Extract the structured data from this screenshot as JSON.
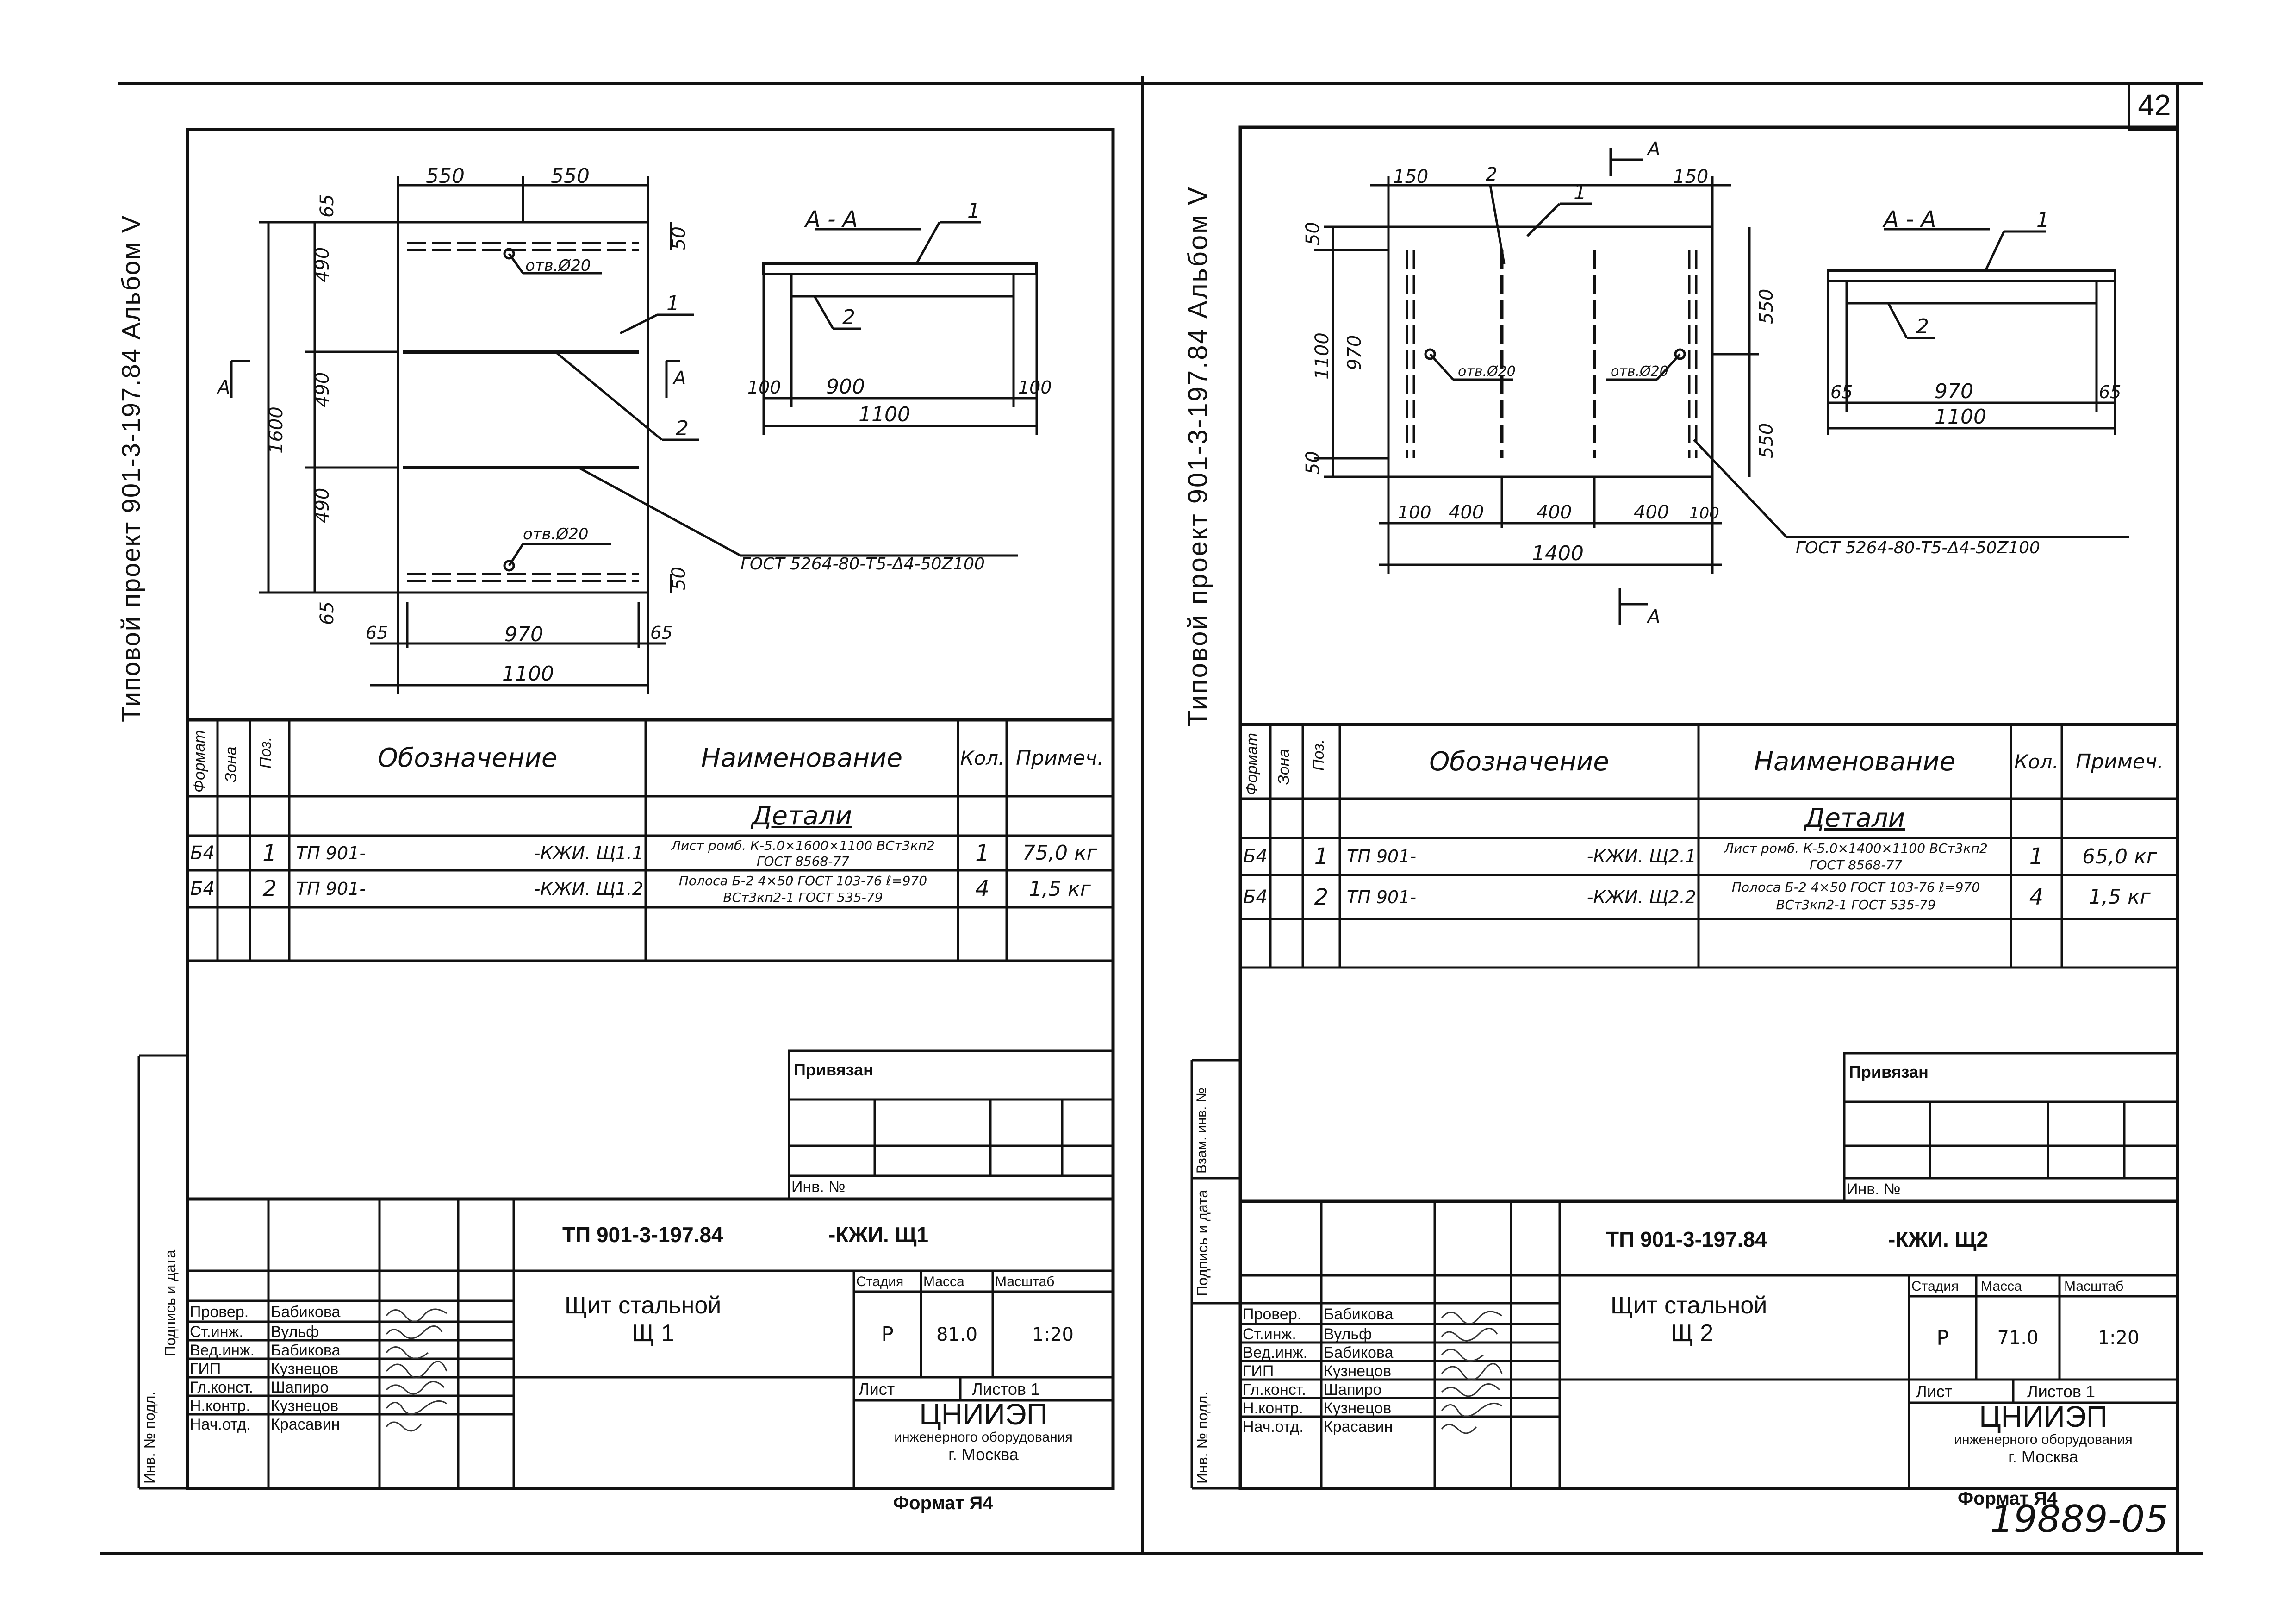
{
  "page_number": "42",
  "archive_number": "19889-05",
  "side_label_left": "Типовой проект 901-3-197.84 Альбом V",
  "side_label_right": "Типовой проект 901-3-197.84 Альбом V",
  "stamp_side_labels": [
    "Инв. № подл.",
    "Подпись и дата",
    "Взам. инв. №"
  ],
  "sheets": [
    {
      "section_title": "А - А",
      "dims": {
        "top": [
          "550",
          "550"
        ],
        "left": [
          "65",
          "490",
          "490",
          "490",
          "65"
        ],
        "overall": "1600",
        "right": [
          "50",
          "50"
        ],
        "bottom": [
          "65",
          "970",
          "65"
        ],
        "bottom_total": "1100",
        "section_dims": [
          "100",
          "900",
          "100"
        ],
        "section_total": "1100"
      },
      "holes": [
        "отв.Ø20",
        "отв.Ø20"
      ],
      "pos_markers": [
        "1",
        "2"
      ],
      "cut_marks": [
        "А",
        "А"
      ],
      "weld_note": "ГОСТ 5264-80-Т5-Δ4-50Z100",
      "table": {
        "headers": [
          "Формат",
          "Зона",
          "Поз.",
          "Обозначение",
          "Наименование",
          "Кол.",
          "Примеч."
        ],
        "section": "Детали",
        "rows": [
          {
            "format": "Б4",
            "pos": "1",
            "code_a": "ТП 901-",
            "code_b": "-КЖИ. Щ1.1",
            "name_1": "Лист ромб. К-5.0×1600×1100 ВСт3кп2",
            "name_2": "ГОСТ 8568-77",
            "qty": "1",
            "note": "75,0 кг"
          },
          {
            "format": "Б4",
            "pos": "2",
            "code_a": "ТП 901-",
            "code_b": "-КЖИ. Щ1.2",
            "name_1": "Полоса Б-2 4×50 ГОСТ 103-76 ℓ=970",
            "name_2": "ВСт3кп2-1 ГОСТ 535-79",
            "qty": "4",
            "note": "1,5 кг"
          }
        ]
      },
      "tb": {
        "privyazan": "Привязан",
        "inv_no": "Инв. №",
        "doc_code": "ТП 901-3-197.84",
        "doc_suffix": "-КЖИ. Щ1",
        "title_1": "Щит стальной",
        "title_2": "Щ 1",
        "stage_h": "Стадия",
        "mass_h": "Масса",
        "scale_h": "Масштаб",
        "stage": "Р",
        "mass": "81.0",
        "scale": "1:20",
        "sheet_l": "Лист",
        "sheets_l": "Листов 1",
        "org_1": "ЦНИИЭП",
        "org_2": "инженерного оборудования",
        "org_3": "г. Москва",
        "format": "Формат Я4",
        "people": [
          [
            "Провер.",
            "Бабикова"
          ],
          [
            "Ст.инж.",
            "Вульф"
          ],
          [
            "Вед.инж.",
            "Бабикова"
          ],
          [
            "ГИП",
            "Кузнецов"
          ],
          [
            "Гл.конст.",
            "Шапиро"
          ],
          [
            "Н.контр.",
            "Кузнецов"
          ],
          [
            "Нач.отд.",
            "Красавин"
          ]
        ]
      }
    },
    {
      "section_title": "А - А",
      "dims": {
        "top": [
          "150",
          "150"
        ],
        "left": [
          "50",
          "970",
          "50"
        ],
        "overall": "1100",
        "right": [
          "550",
          "550"
        ],
        "bottom": [
          "100",
          "400",
          "400",
          "400",
          "100"
        ],
        "bottom_total": "1400",
        "section_dims": [
          "65",
          "970",
          "65"
        ],
        "section_total": "1100"
      },
      "holes": [
        "отв.Ø20",
        "отв.Ø20"
      ],
      "pos_markers": [
        "1",
        "2"
      ],
      "cut_marks": [
        "А",
        "А"
      ],
      "weld_note": "ГОСТ 5264-80-Т5-Δ4-50Z100",
      "table": {
        "headers": [
          "Формат",
          "Зона",
          "Поз.",
          "Обозначение",
          "Наименование",
          "Кол.",
          "Примеч."
        ],
        "section": "Детали",
        "rows": [
          {
            "format": "Б4",
            "pos": "1",
            "code_a": "ТП 901-",
            "code_b": "-КЖИ. Щ2.1",
            "name_1": "Лист ромб. К-5.0×1400×1100 ВСт3кп2",
            "name_2": "ГОСТ 8568-77",
            "qty": "1",
            "note": "65,0 кг"
          },
          {
            "format": "Б4",
            "pos": "2",
            "code_a": "ТП 901-",
            "code_b": "-КЖИ. Щ2.2",
            "name_1": "Полоса Б-2 4×50 ГОСТ 103-76 ℓ=970",
            "name_2": "ВСт3кп2-1 ГОСТ 535-79",
            "qty": "4",
            "note": "1,5 кг"
          }
        ]
      },
      "tb": {
        "privyazan": "Привязан",
        "inv_no": "Инв. №",
        "doc_code": "ТП 901-3-197.84",
        "doc_suffix": "-КЖИ. Щ2",
        "title_1": "Щит стальной",
        "title_2": "Щ 2",
        "stage_h": "Стадия",
        "mass_h": "Масса",
        "scale_h": "Масштаб",
        "stage": "Р",
        "mass": "71.0",
        "scale": "1:20",
        "sheet_l": "Лист",
        "sheets_l": "Листов 1",
        "org_1": "ЦНИИЭП",
        "org_2": "инженерного оборудования",
        "org_3": "г. Москва",
        "format": "Формат Я4",
        "people": [
          [
            "Провер.",
            "Бабикова"
          ],
          [
            "Ст.инж.",
            "Вульф"
          ],
          [
            "Вед.инж.",
            "Бабикова"
          ],
          [
            "ГИП",
            "Кузнецов"
          ],
          [
            "Гл.конст.",
            "Шапиро"
          ],
          [
            "Н.контр.",
            "Кузнецов"
          ],
          [
            "Нач.отд.",
            "Красавин"
          ]
        ]
      }
    }
  ]
}
